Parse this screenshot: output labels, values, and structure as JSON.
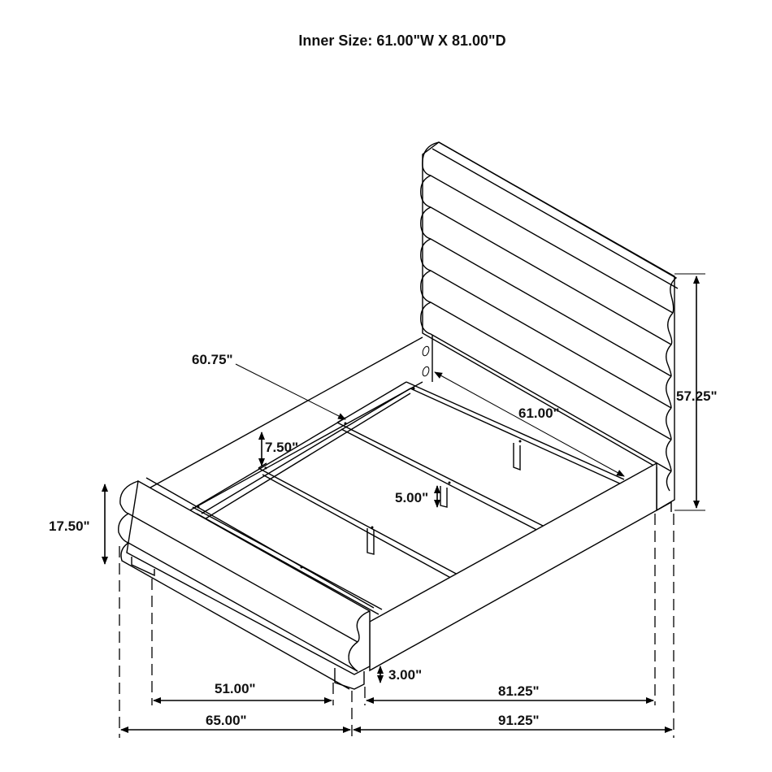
{
  "header": {
    "title": "Inner Size: 61.00\"W X 81.00\"D"
  },
  "dimensions": {
    "headboard_height": "57.25\"",
    "headboard_inner_width": "61.00\"",
    "slat_span": "60.75\"",
    "rail_height": "7.50\"",
    "support_leg_height": "5.00\"",
    "footboard_height": "17.50\"",
    "leg_height": "3.00\"",
    "footboard_leg_spacing": "51.00\"",
    "overall_width": "65.00\"",
    "inner_length": "81.25\"",
    "overall_length": "91.25\""
  },
  "colors": {
    "line": "#000000",
    "background": "#ffffff",
    "text": "#111111"
  }
}
